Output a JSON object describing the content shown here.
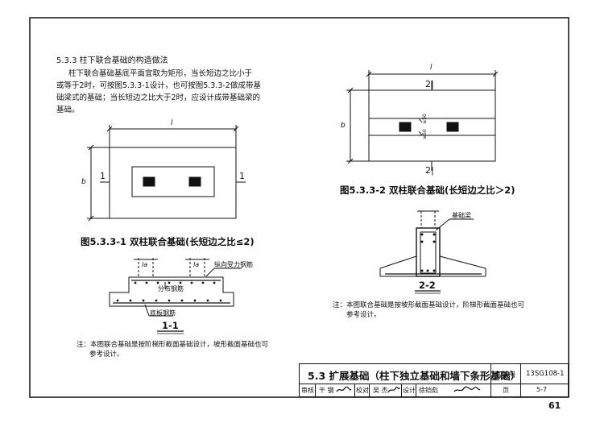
{
  "section": {
    "heading": "5.3.3 柱下联合基础的构造做法",
    "paragraph_lines": [
      "柱下联合基础基底平面宜取为矩形，当长短边之比小于",
      "或等于2时，可按图5.3.3-1设计，也可按图5.3.3-2做成带基",
      "础梁式的基础；当长短边之比大于2时，应设计成带基础梁的",
      "基础。"
    ]
  },
  "figure1": {
    "dim_l": "l",
    "dim_b": "b",
    "section_mark_left": "1",
    "section_mark_right": "1",
    "caption": "图5.3.3-1  双柱联合基础(长短边之比≤2)"
  },
  "figure2": {
    "dim_l": "l",
    "dim_b": "b",
    "section_mark_top": "2|",
    "section_mark_bottom": "2|",
    "dim_gap_top": "≥50",
    "dim_gap_bottom": "≥50",
    "caption": "图5.3.3-2  双柱联合基础(长短边之比＞2)"
  },
  "section11": {
    "la_left": "la",
    "la_right": "la",
    "label_long_bars": "纵向受力钢筋",
    "label_distribution_bars": "分布钢筋",
    "label_bottom_bars": "底板钢筋",
    "title": "1-1"
  },
  "section22": {
    "label_beam": "基础梁",
    "title": "2-2"
  },
  "notes": {
    "note_left_lines": [
      "注：本图联合基础是按阶梯形截面基础设计，坡形截面基础也可",
      "参考设计。"
    ],
    "note_right_lines": [
      "注：本图联合基础是按坡形截面基础设计，阶梯形截面基础也可",
      "参考设计。"
    ]
  },
  "title_block": {
    "title": "5.3 扩展基础（柱下独立基础和墙下条形基础）",
    "atlas_label": "图集号",
    "atlas_no": "13SG108-1",
    "review_label": "审核",
    "review_name": "干 钢",
    "check_label": "校对",
    "check_name": "吴 杰",
    "design_label": "设计",
    "design_name": "徐铠彪",
    "page_label": "页",
    "page_no": "5-7"
  },
  "page_number": "61"
}
